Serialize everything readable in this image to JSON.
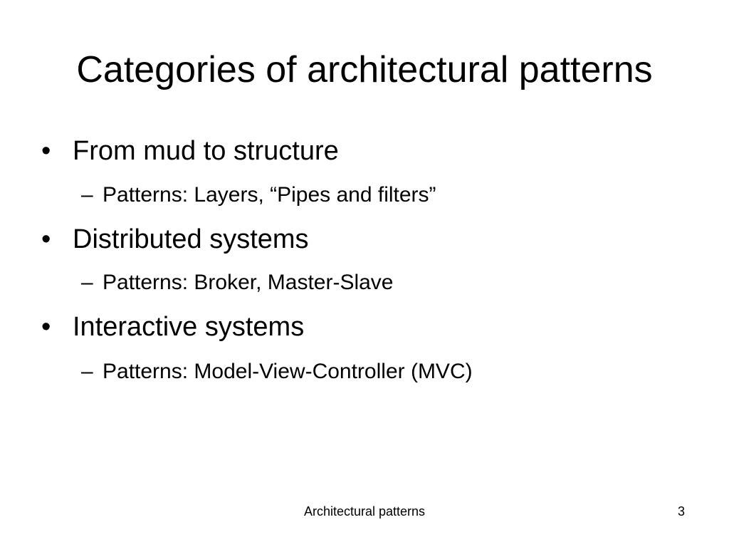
{
  "slide": {
    "title": "Categories of architectural patterns",
    "items": [
      {
        "bullet": "•",
        "text": "From mud to structure",
        "sub_dash": "–",
        "sub_text": "Patterns: Layers, “Pipes and filters”"
      },
      {
        "bullet": "•",
        "text": "Distributed systems",
        "sub_dash": "–",
        "sub_text": "Patterns: Broker, Master-Slave"
      },
      {
        "bullet": "•",
        "text": "Interactive systems",
        "sub_dash": "–",
        "sub_text": "Patterns: Model-View-Controller (MVC)"
      }
    ],
    "footer": {
      "center_text": "Architectural patterns",
      "page_number": "3"
    }
  }
}
